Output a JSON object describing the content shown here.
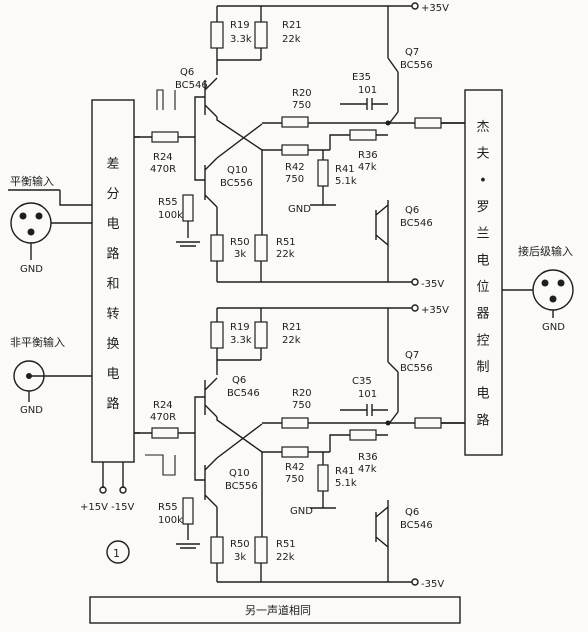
{
  "figure_number": "1",
  "inputs": {
    "balanced": "平衡输入",
    "unbalanced": "非平衡输入",
    "gnd": "GND"
  },
  "outputs": {
    "next_stage": "接后级输入"
  },
  "blocks": {
    "left_vertical": "差分电路和转换电路",
    "left_supply": "+15V -15V",
    "right_vertical": "杰夫•罗兰电位器控制电路"
  },
  "upper": {
    "vplus": "+35V",
    "vminus": "-35V",
    "r19": "R19",
    "r19v": "3.3k",
    "r21": "R21",
    "r21v": "22k",
    "q7": "Q7",
    "q7t": "BC556",
    "q6": "Q6",
    "q6t": "BC546",
    "r20": "R20",
    "r20v": "750",
    "c35": "E35",
    "c35v": "101",
    "r24": "R24",
    "r24v": "470R",
    "r42": "R42",
    "r42v": "750",
    "r41": "R41",
    "r41v": "5.1k",
    "r36": "R36",
    "r36v": "47k",
    "gnd": "GND",
    "q10": "Q10",
    "q10t": "BC556",
    "r55": "R55",
    "r55v": "100k",
    "q6b": "Q6",
    "q6bt": "BC546",
    "r50": "R50",
    "r50v": "3k",
    "r51": "R51",
    "r51v": "22k"
  },
  "lower": {
    "vplus": "+35V",
    "vminus": "-35V",
    "r19": "R19",
    "r19v": "3.3k",
    "r21": "R21",
    "r21v": "22k",
    "q7": "Q7",
    "q7t": "BC556",
    "q6": "Q6",
    "q6t": "BC546",
    "r20": "R20",
    "r20v": "750",
    "c35": "C35",
    "c35v": "101",
    "r24": "R24",
    "r24v": "470R",
    "r42": "R42",
    "r42v": "750",
    "r41": "R41",
    "r41v": "5.1k",
    "r36": "R36",
    "r36v": "47k",
    "gnd": "GND",
    "q10": "Q10",
    "q10t": "BC556",
    "r55": "R55",
    "r55v": "100k",
    "q6b": "Q6",
    "q6bt": "BC546",
    "r50": "R50",
    "r50v": "3k",
    "r51": "R51",
    "r51v": "22k"
  },
  "footer_note": "另一声道相同"
}
